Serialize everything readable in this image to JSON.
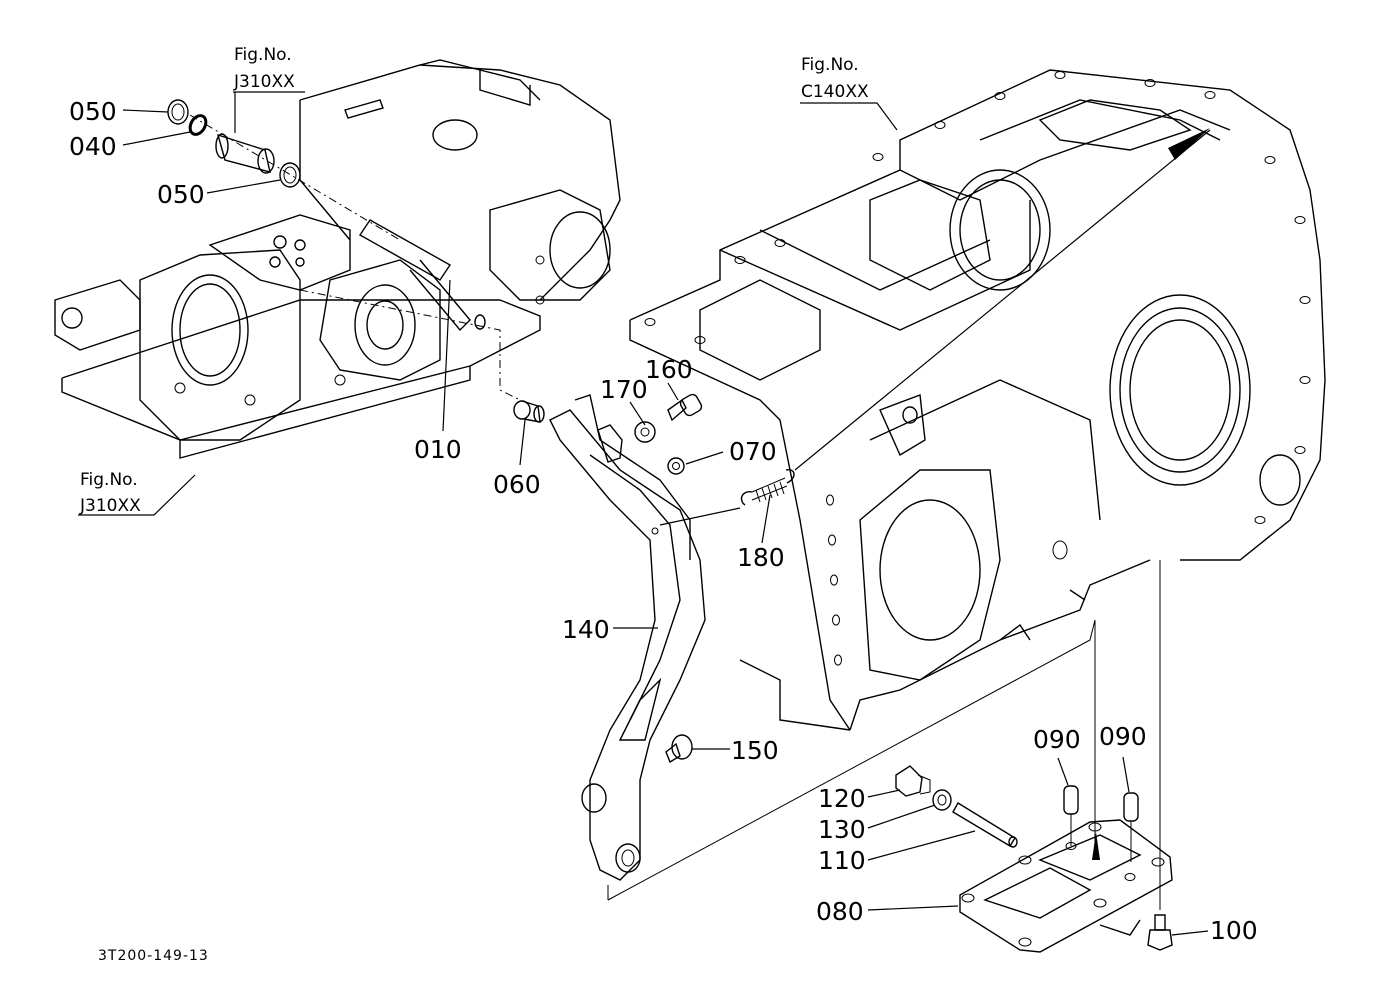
{
  "diagram": {
    "type": "exploded-parts-diagram",
    "drawing_code": "3T200-149-13",
    "figure_references": [
      {
        "id": "fig-ref-top-left",
        "title": "Fig.No.",
        "code": "J310XX"
      },
      {
        "id": "fig-ref-bottom-left",
        "title": "Fig.No.",
        "code": "J310XX"
      },
      {
        "id": "fig-ref-top-right",
        "title": "Fig.No.",
        "code": "C140XX"
      }
    ],
    "part_callouts": [
      {
        "number": "010",
        "part": "rod / shaft pin"
      },
      {
        "number": "040",
        "part": "o-ring"
      },
      {
        "number": "050",
        "part": "snap ring (outer)"
      },
      {
        "number": "050",
        "part": "snap ring (inner)"
      },
      {
        "number": "060",
        "part": "bushing"
      },
      {
        "number": "070",
        "part": "nut"
      },
      {
        "number": "080",
        "part": "cover plate"
      },
      {
        "number": "090",
        "part": "dowel pin"
      },
      {
        "number": "090",
        "part": "dowel pin"
      },
      {
        "number": "100",
        "part": "bolt"
      },
      {
        "number": "110",
        "part": "pin / rod"
      },
      {
        "number": "120",
        "part": "plug"
      },
      {
        "number": "130",
        "part": "washer"
      },
      {
        "number": "140",
        "part": "lever arm"
      },
      {
        "number": "150",
        "part": "stud pin"
      },
      {
        "number": "160",
        "part": "bolt"
      },
      {
        "number": "170",
        "part": "nut"
      },
      {
        "number": "180",
        "part": "tension spring"
      }
    ]
  }
}
